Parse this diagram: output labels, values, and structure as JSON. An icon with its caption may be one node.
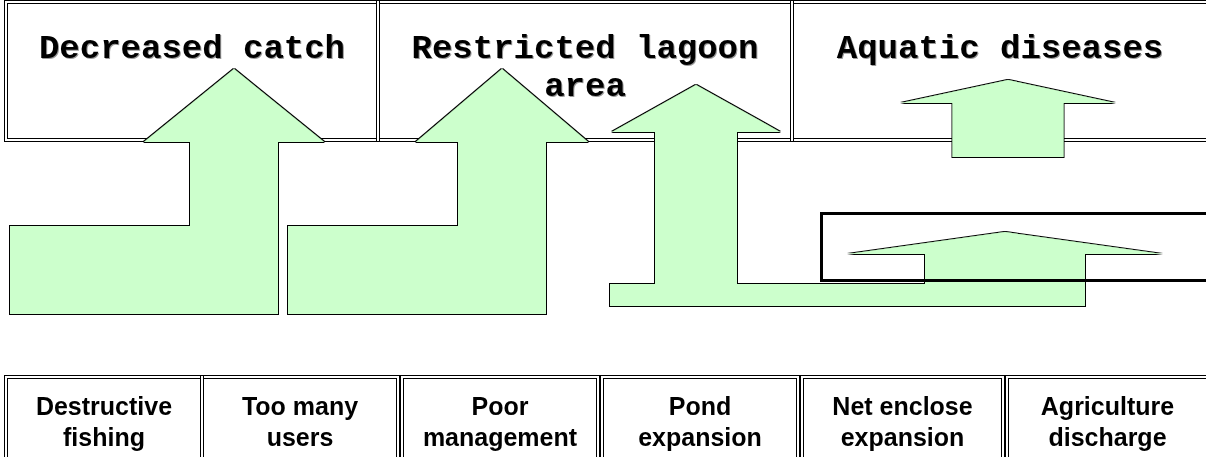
{
  "diagram": {
    "nodes": [
      {
        "text": [
          "Decreased catch"
        ]
      },
      {
        "text": [
          "Restricted lagoon area"
        ]
      },
      {
        "text": [
          "Aquatic diseases"
        ]
      },
      {
        "text": [],
        "shape": "box"
      },
      {
        "text": [
          "Destructive fishing"
        ]
      },
      {
        "text": [
          "Too many users"
        ]
      },
      {
        "text": [
          "Poor management"
        ]
      },
      {
        "text": [
          "Pond expansion"
        ]
      },
      {
        "text": [
          "Net enclose expansion"
        ]
      },
      {
        "text": [
          "Agriculture discharge"
        ]
      }
    ],
    "edges": [
      {
        "from": null,
        "to": 0,
        "arrow": "to"
      },
      {
        "from": null,
        "to": 1,
        "arrow": "to"
      },
      {
        "from": null,
        "to": 1,
        "arrow": "to"
      },
      {
        "from": null,
        "to": 2,
        "arrow": "to"
      },
      {
        "from": null,
        "to": 3,
        "arrow": "to"
      }
    ]
  }
}
